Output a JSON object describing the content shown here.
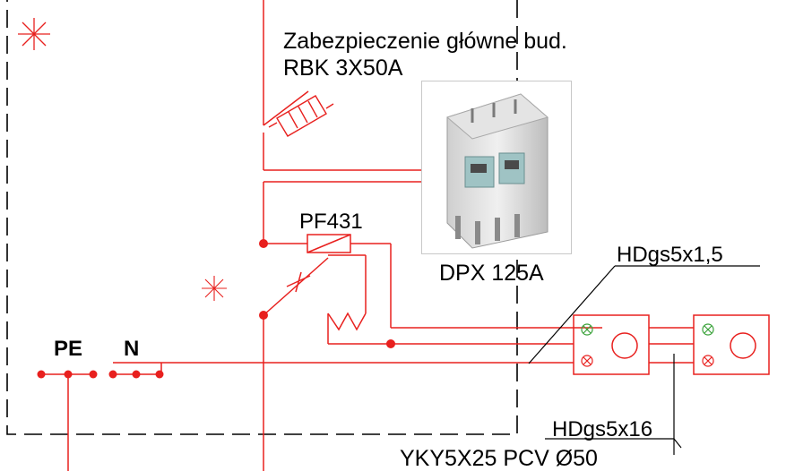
{
  "colors": {
    "wire": "#e8201e",
    "boundary": "#000000",
    "lamp": "#3aa23a",
    "text": "#000000",
    "device_body": "#e9e9e9",
    "device_window": "#9fc3c4"
  },
  "labels": {
    "main_protection_line1": "Zabezpieczenie główne bud.",
    "main_protection_line2": "RBK 3X50A",
    "relay": "PF431",
    "breaker": "DPX 125A",
    "cable_top": "HDgs5x1,5",
    "cable_bottom": "HDgs5x16",
    "supply_cable": "YKY5X25 PCV Ø50",
    "terminal_pe": "PE",
    "terminal_n": "N"
  },
  "icons": {
    "star_large": "asterisk-icon",
    "star_small": "asterisk-icon",
    "lamp_green": "indicator-lamp-icon",
    "lamp_red": "indicator-lamp-icon"
  }
}
